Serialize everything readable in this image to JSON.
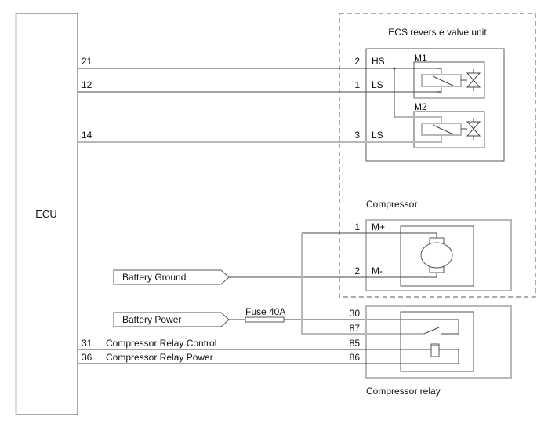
{
  "ecu": {
    "label": "ECU"
  },
  "ecu_pins": {
    "p21": "21",
    "p12": "12",
    "p14": "14",
    "p31": "31",
    "p36": "36"
  },
  "wire_labels": {
    "relay_control": "Compressor  Relay Control",
    "relay_power": "Compressor  Relay Power"
  },
  "valve_unit": {
    "title": "ECS revers e valve unit",
    "pins": [
      {
        "num": "2",
        "name": "HS"
      },
      {
        "num": "1",
        "name": "LS"
      },
      {
        "num": "3",
        "name": "LS"
      }
    ],
    "valves": [
      "M1",
      "M2"
    ]
  },
  "compressor": {
    "title": "Compressor",
    "pins": [
      {
        "num": "1",
        "name": "M+"
      },
      {
        "num": "2",
        "name": "M-"
      }
    ]
  },
  "connectors": {
    "battery_ground": "Battery Ground",
    "battery_power": "Battery Power"
  },
  "fuse": {
    "label": "Fuse 40A"
  },
  "relay": {
    "title": "Compressor  relay",
    "pins": [
      "30",
      "87",
      "85",
      "86"
    ]
  }
}
